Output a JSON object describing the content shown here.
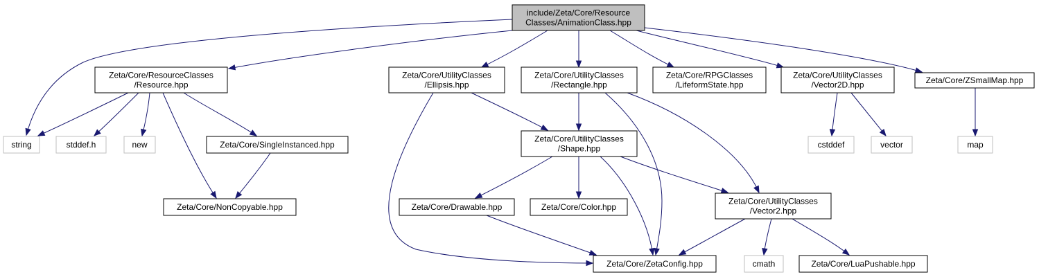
{
  "colors": {
    "edge": "#191970",
    "main_fill": "#bfbfbf",
    "main_border": "#000000",
    "local_border": "#000000",
    "system_border": "#bfbfbf",
    "text": "#000000"
  },
  "nodes": [
    {
      "id": "anim",
      "kind": "main",
      "lines": [
        "include/Zeta/Core/Resource",
        "Classes/AnimationClass.hpp"
      ]
    },
    {
      "id": "resource",
      "kind": "local",
      "lines": [
        "Zeta/Core/ResourceClasses",
        "/Resource.hpp"
      ]
    },
    {
      "id": "ellipsis",
      "kind": "local",
      "lines": [
        "Zeta/Core/UtilityClasses",
        "/Ellipsis.hpp"
      ]
    },
    {
      "id": "rectangle",
      "kind": "local",
      "lines": [
        "Zeta/Core/UtilityClasses",
        "/Rectangle.hpp"
      ]
    },
    {
      "id": "lifeform",
      "kind": "local",
      "lines": [
        "Zeta/Core/RPGClasses",
        "/LifeformState.hpp"
      ]
    },
    {
      "id": "vector2d",
      "kind": "local",
      "lines": [
        "Zeta/Core/UtilityClasses",
        "/Vector2D.hpp"
      ]
    },
    {
      "id": "zsmallmap",
      "kind": "local",
      "lines": [
        "Zeta/Core/ZSmallMap.hpp"
      ]
    },
    {
      "id": "string",
      "kind": "system",
      "lines": [
        "string"
      ]
    },
    {
      "id": "stddef",
      "kind": "system",
      "lines": [
        "stddef.h"
      ]
    },
    {
      "id": "new",
      "kind": "system",
      "lines": [
        "new"
      ]
    },
    {
      "id": "singleinst",
      "kind": "local",
      "lines": [
        "Zeta/Core/SingleInstanced.hpp"
      ]
    },
    {
      "id": "noncopyable",
      "kind": "local",
      "lines": [
        "Zeta/Core/NonCopyable.hpp"
      ]
    },
    {
      "id": "shape",
      "kind": "local",
      "lines": [
        "Zeta/Core/UtilityClasses",
        "/Shape.hpp"
      ]
    },
    {
      "id": "drawable",
      "kind": "local",
      "lines": [
        "Zeta/Core/Drawable.hpp"
      ]
    },
    {
      "id": "color",
      "kind": "local",
      "lines": [
        "Zeta/Core/Color.hpp"
      ]
    },
    {
      "id": "vector2",
      "kind": "local",
      "lines": [
        "Zeta/Core/UtilityClasses",
        "/Vector2.hpp"
      ]
    },
    {
      "id": "zetaconfig",
      "kind": "local",
      "lines": [
        "Zeta/Core/ZetaConfig.hpp"
      ]
    },
    {
      "id": "cmath",
      "kind": "system",
      "lines": [
        "cmath"
      ]
    },
    {
      "id": "luapushable",
      "kind": "local",
      "lines": [
        "Zeta/Core/LuaPushable.hpp"
      ]
    },
    {
      "id": "cstddef",
      "kind": "system",
      "lines": [
        "cstddef"
      ]
    },
    {
      "id": "vector",
      "kind": "system",
      "lines": [
        "vector"
      ]
    },
    {
      "id": "map",
      "kind": "system",
      "lines": [
        "map"
      ]
    }
  ],
  "edges": [
    {
      "from": "anim",
      "to": "string"
    },
    {
      "from": "anim",
      "to": "resource"
    },
    {
      "from": "anim",
      "to": "ellipsis"
    },
    {
      "from": "anim",
      "to": "rectangle"
    },
    {
      "from": "anim",
      "to": "lifeform"
    },
    {
      "from": "anim",
      "to": "vector2d"
    },
    {
      "from": "anim",
      "to": "zsmallmap"
    },
    {
      "from": "resource",
      "to": "string"
    },
    {
      "from": "resource",
      "to": "stddef"
    },
    {
      "from": "resource",
      "to": "new"
    },
    {
      "from": "resource",
      "to": "singleinst"
    },
    {
      "from": "resource",
      "to": "noncopyable"
    },
    {
      "from": "singleinst",
      "to": "noncopyable"
    },
    {
      "from": "ellipsis",
      "to": "shape"
    },
    {
      "from": "ellipsis",
      "to": "zetaconfig"
    },
    {
      "from": "rectangle",
      "to": "shape"
    },
    {
      "from": "rectangle",
      "to": "zetaconfig"
    },
    {
      "from": "rectangle",
      "to": "vector2"
    },
    {
      "from": "shape",
      "to": "drawable"
    },
    {
      "from": "shape",
      "to": "color"
    },
    {
      "from": "shape",
      "to": "zetaconfig"
    },
    {
      "from": "shape",
      "to": "vector2"
    },
    {
      "from": "drawable",
      "to": "zetaconfig"
    },
    {
      "from": "vector2",
      "to": "zetaconfig"
    },
    {
      "from": "vector2",
      "to": "cmath"
    },
    {
      "from": "vector2",
      "to": "luapushable"
    },
    {
      "from": "vector2d",
      "to": "cstddef"
    },
    {
      "from": "vector2d",
      "to": "vector"
    },
    {
      "from": "zsmallmap",
      "to": "map"
    }
  ]
}
